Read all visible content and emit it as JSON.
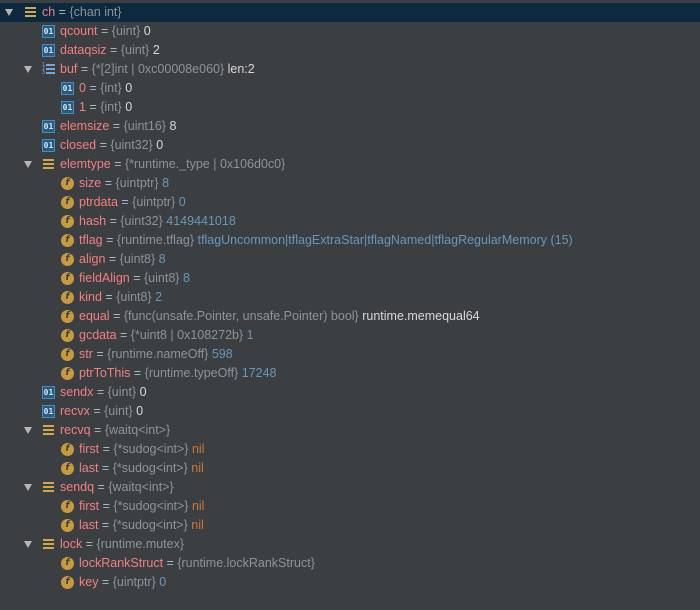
{
  "colors": {
    "background": "#3c3f41",
    "selection": "#0d293e",
    "name": "#f47f80",
    "type": "#8b949c",
    "number": "#6897bb",
    "keyword": "#cc7832"
  },
  "icons": {
    "struct": "struct-icon",
    "primitive": "primitive-01-icon",
    "field": "field-f-icon",
    "array": "array-icon"
  },
  "rows": [
    {
      "name": "ch",
      "type": "{chan int}",
      "value": ""
    },
    {
      "name": "qcount",
      "type": "{uint}",
      "value": "0"
    },
    {
      "name": "dataqsiz",
      "type": "{uint}",
      "value": "2"
    },
    {
      "name": "buf",
      "type": "{*[2]int | 0xc00008e060}",
      "value": "len:2"
    },
    {
      "name": "0",
      "type": "{int}",
      "value": "0"
    },
    {
      "name": "1",
      "type": "{int}",
      "value": "0"
    },
    {
      "name": "elemsize",
      "type": "{uint16}",
      "value": "8"
    },
    {
      "name": "closed",
      "type": "{uint32}",
      "value": "0"
    },
    {
      "name": "elemtype",
      "type": "{*runtime._type | 0x106d0c0}",
      "value": ""
    },
    {
      "name": "size",
      "type": "{uintptr}",
      "value": "8"
    },
    {
      "name": "ptrdata",
      "type": "{uintptr}",
      "value": "0"
    },
    {
      "name": "hash",
      "type": "{uint32}",
      "value": "4149441018"
    },
    {
      "name": "tflag",
      "type": "{runtime.tflag}",
      "value": "tflagUncommon|tflagExtraStar|tflagNamed|tflagRegularMemory (15)"
    },
    {
      "name": "align",
      "type": "{uint8}",
      "value": "8"
    },
    {
      "name": "fieldAlign",
      "type": "{uint8}",
      "value": "8"
    },
    {
      "name": "kind",
      "type": "{uint8}",
      "value": "2"
    },
    {
      "name": "equal",
      "type": "{func(unsafe.Pointer, unsafe.Pointer) bool}",
      "value": "runtime.memequal64"
    },
    {
      "name": "gcdata",
      "type": "{*uint8 | 0x108272b}",
      "value": "1"
    },
    {
      "name": "str",
      "type": "{runtime.nameOff}",
      "value": "598"
    },
    {
      "name": "ptrToThis",
      "type": "{runtime.typeOff}",
      "value": "17248"
    },
    {
      "name": "sendx",
      "type": "{uint}",
      "value": "0"
    },
    {
      "name": "recvx",
      "type": "{uint}",
      "value": "0"
    },
    {
      "name": "recvq",
      "type": "{waitq<int>}",
      "value": ""
    },
    {
      "name": "first",
      "type": "{*sudog<int>}",
      "value": "nil"
    },
    {
      "name": "last",
      "type": "{*sudog<int>}",
      "value": "nil"
    },
    {
      "name": "sendq",
      "type": "{waitq<int>}",
      "value": ""
    },
    {
      "name": "first",
      "type": "{*sudog<int>}",
      "value": "nil"
    },
    {
      "name": "last",
      "type": "{*sudog<int>}",
      "value": "nil"
    },
    {
      "name": "lock",
      "type": "{runtime.mutex}",
      "value": ""
    },
    {
      "name": "lockRankStruct",
      "type": "{runtime.lockRankStruct}",
      "value": ""
    },
    {
      "name": "key",
      "type": "{uintptr}",
      "value": "0"
    }
  ]
}
